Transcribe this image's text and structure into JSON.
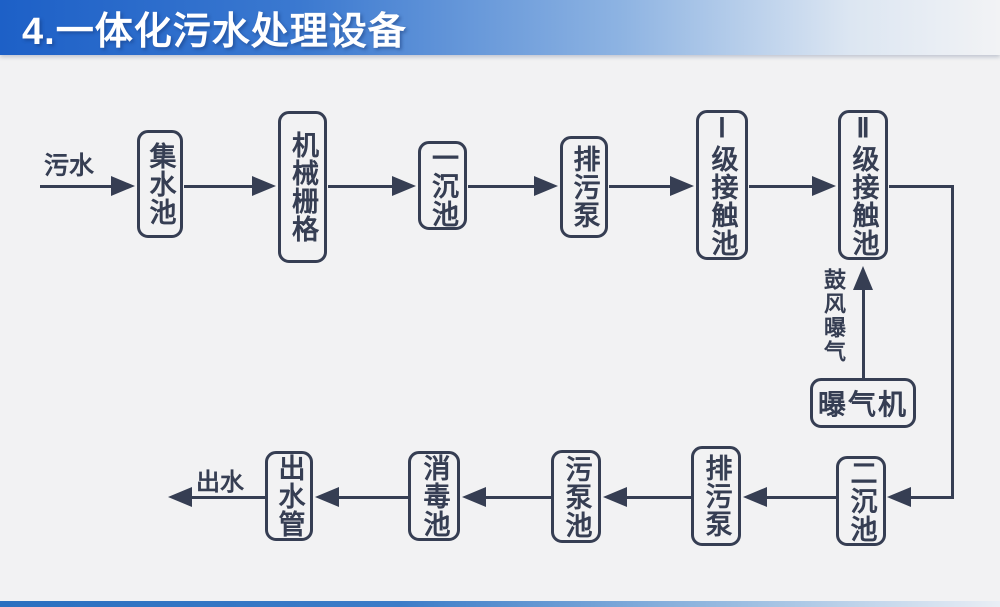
{
  "title": "4.一体化污水处理设备",
  "labels": {
    "inflow": "污水",
    "outflow": "出水",
    "aeration": "鼓风曝气"
  },
  "nodes": {
    "collecting_tank": "集水池",
    "mechanical_grille": "机械栅格",
    "primary_sedimentation_tank": "一沉池",
    "sewage_pump_top": "排污泵",
    "level1_contact_tank": "Ⅰ级接触池",
    "level2_contact_tank": "Ⅱ级接触池",
    "aerator": "曝气机",
    "secondary_sedimentation_tank": "二沉池",
    "sewage_pump_bottom": "排污泵",
    "sewage_pump_tank": "污泵池",
    "disinfection_tank": "消毒池",
    "outlet_pipe": "出水管"
  },
  "flow_edges": [
    {
      "from": "污水",
      "to": "集水池"
    },
    {
      "from": "集水池",
      "to": "机械栅格"
    },
    {
      "from": "机械栅格",
      "to": "一沉池"
    },
    {
      "from": "一沉池",
      "to": "排污泵"
    },
    {
      "from": "排污泵",
      "to": "Ⅰ级接触池"
    },
    {
      "from": "Ⅰ级接触池",
      "to": "Ⅱ级接触池"
    },
    {
      "from": "Ⅱ级接触池",
      "to": "二沉池"
    },
    {
      "from": "二沉池",
      "to": "排污泵"
    },
    {
      "from": "排污泵",
      "to": "污泵池"
    },
    {
      "from": "污泵池",
      "to": "消毒池"
    },
    {
      "from": "消毒池",
      "to": "出水管"
    },
    {
      "from": "出水管",
      "to": "出水"
    },
    {
      "from": "曝气机",
      "to": "Ⅱ级接触池",
      "label": "鼓风曝气"
    }
  ],
  "colors": {
    "ink": "#363e53",
    "background": "#f2f2f3",
    "banner_blue": "#1d60c7",
    "banner_fade": "#f2f3f5",
    "footer_blue": "#2a6fc0"
  }
}
